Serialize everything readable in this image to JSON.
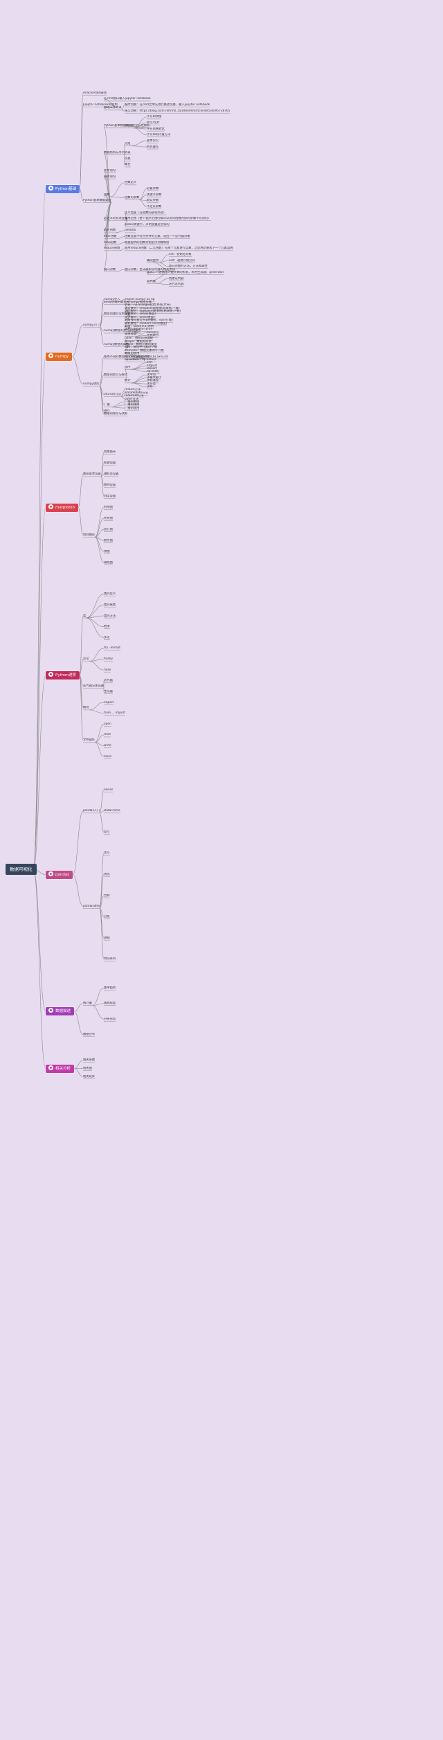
{
  "root": {
    "label": "数据可视化"
  },
  "colors": {
    "line": "#8a8a8a",
    "branches": [
      "#5b7be0",
      "#e06a1f",
      "#d9414e",
      "#c12c5c",
      "#c04b88",
      "#a23bb6",
      "#c03ba8"
    ]
  },
  "branches": [
    {
      "label": "Python基础",
      "icon": "python-icon",
      "children": [
        {
          "label": "Anaconda的安装"
        },
        {
          "label": "Jupyter notebook的使用",
          "children": [
            {
              "label": "在cmd窗口输入jupyter notebook"
            },
            {
              "label": "修改工作目录",
              "children": [
                {
                  "label": "临时切换：在cmd之中先进行路径切换，输入jupyter notebook"
                },
                {
                  "label": "永久切换：https://blog.csdn.net/m0_58190409/article/details/95738765"
                }
              ]
            }
          ]
        },
        {
          "label": "Python基本数据类型",
          "children": [
            {
              "label": "Python基本数据类型的全方位解析",
              "children": [
                {
                  "label": "字符串",
                  "children": [
                    {
                      "label": "字符串拼接"
                    },
                    {
                      "label": "索引/切片"
                    },
                    {
                      "label": "字符串格式化"
                    },
                    {
                      "label": "字符串的内置方法"
                    }
                  ]
                }
              ]
            },
            {
              "label": "数据结构与序列",
              "children": [
                {
                  "label": "元组",
                  "children": [
                    {
                      "label": "基本常识"
                    },
                    {
                      "label": "拆包操作"
                    }
                  ]
                },
                {
                  "label": "列表"
                },
                {
                  "label": "字典"
                },
                {
                  "label": "集合"
                }
              ]
            },
            {
              "label": "条件语句"
            },
            {
              "label": "循环语句"
            },
            {
              "label": "函数",
              "children": [
                {
                  "label": "函数定义"
                },
                {
                  "label": "函数的参数",
                  "children": [
                    {
                      "label": "必备参数"
                    },
                    {
                      "label": "关键字参数"
                    },
                    {
                      "label": "默认参数"
                    },
                    {
                      "label": "不定长参数"
                    }
                  ]
                }
              ]
            },
            {
              "label": "自定义的有效变量",
              "children": [
                {
                  "label": "定义位置（在函数内部或外部）"
                },
                {
                  "label": "作用范围（整个程序范围内都可以访问函数内部的参数不可访问）"
                },
                {
                  "label": "global关键字，声明变量是全局的"
                }
              ]
            },
            {
              "label": "匿名函数",
              "children": [
                {
                  "label": "lambda"
                }
              ]
            },
            {
              "label": "filter函数",
              "children": [
                {
                  "label": "函数过滤不符合条件的元素，返回一个迭代器对象"
                }
              ]
            },
            {
              "label": "map函数",
              "children": [
                {
                  "label": "根据提供的函数对指定序列做映射"
                }
              ]
            },
            {
              "label": "reduce函数",
              "children": [
                {
                  "label": "使用reduce函数（二元函数）先两个元素进行运算，之后用结果和下一个元素运算"
                }
              ]
            },
            {
              "label": "面向对象",
              "children": [
                {
                  "label": "面向对象，生成器和迭代器的相关用法",
                  "children": [
                    {
                      "label": "类的使用",
                      "children": [
                        {
                          "label": "init：初始化对象"
                        },
                        {
                          "label": "self：通用存储空间"
                        },
                        {
                          "label": "面向对象的方法，方法和属性"
                        }
                      ]
                    },
                    {
                      "label": "定义：一边循环一边计算的机制，称为生成器：generator"
                    },
                    {
                      "label": "迭代器",
                      "children": [
                        {
                          "label": "创建迭代器"
                        },
                        {
                          "label": "迭代迭代器"
                        }
                      ]
                    }
                  ]
                }
              ]
            }
          ]
        }
      ]
    },
    {
      "label": "numpy",
      "icon": "numpy-icon",
      "children": [
        {
          "label": "numpy入门",
          "children": [
            {
              "label": "numpy导入",
              "children": [
                {
                  "label": "import numpy as np"
                }
              ]
            },
            {
              "label": "array创建的数据被numpy数组对象"
            },
            {
              "label": "数组创建的常用方式",
              "children": [
                {
                  "label": "列表：np.arange(起始,终值,步长)"
                },
                {
                  "label": "等差数列：linspace(起始值,结束值,个数)"
                },
                {
                  "label": "等比数列：logspace(起始值,结束值,个数)"
                },
                {
                  "label": "全零数列：zeros(维度)"
                },
                {
                  "label": "全一数列：ones(维度)"
                },
                {
                  "label": "对角线元素全为1的数组：eye(行数)"
                },
                {
                  "label": "随机数组：random.rand(维度)"
                }
              ]
            },
            {
              "label": "numpy数组的多行多列操作",
              "children": [
                {
                  "label": "取值：以arr[0,1]为例"
                },
                {
                  "label": "切片：arr[0:2, 1:3]"
                },
                {
                  "label": "条件过滤",
                  "children": [
                    {
                      "label": "bool索引"
                    },
                    {
                      "label": "花式索引"
                    }
                  ]
                }
              ]
            },
            {
              "label": "numpy数组的属性",
              "children": [
                {
                  "label": "ndim：数组的维度数"
                },
                {
                  "label": "shape：数组的形状"
                },
                {
                  "label": "dtype：数组元素的类型"
                },
                {
                  "label": "size：数组中元素的个数"
                },
                {
                  "label": "itemsize：数组元素的字节数"
                }
              ]
            }
          ]
        },
        {
          "label": "numpy进阶",
          "children": [
            {
              "label": "使用不同的数组的numpy数组对象",
              "children": [
                {
                  "label": "数组的使用"
                },
                {
                  "label": "np.concatenate((a,b),axis=0)"
                },
                {
                  "label": "np.vstack / np.hstack"
                }
              ]
            },
            {
              "label": "数组的索引与统计",
              "children": [
                {
                  "label": "排序",
                  "children": [
                    {
                      "label": "sort"
                    },
                    {
                      "label": "argsort"
                    },
                    {
                      "label": "lexsort"
                    },
                    {
                      "label": "np.sort()"
                    }
                  ]
                },
                {
                  "label": "统计",
                  "children": [
                    {
                      "label": "求平均"
                    },
                    {
                      "label": "求最大最小"
                    },
                    {
                      "label": "求标准差"
                    },
                    {
                      "label": "求方差"
                    },
                    {
                      "label": "求和"
                    }
                  ]
                }
              ]
            },
            {
              "label": "ufunc的方法",
              "children": [
                {
                  "label": "reduce方法"
                },
                {
                  "label": "accumulate方法"
                },
                {
                  "label": "reduceat方法"
                },
                {
                  "label": "outer方法"
                }
              ]
            },
            {
              "label": "广播",
              "children": [
                {
                  "label": "广播的原则"
                },
                {
                  "label": "广播的规则"
                },
                {
                  "label": "广播的使用"
                }
              ]
            },
            {
              "label": "矩阵"
            },
            {
              "label": "数组的保存与读取"
            }
          ]
        }
      ]
    },
    {
      "label": "matplotlib",
      "icon": "matplotlib-icon",
      "children": [
        {
          "label": "图形基本设置",
          "children": [
            {
              "label": "创建画布"
            },
            {
              "label": "标题设置"
            },
            {
              "label": "轴标签设置"
            },
            {
              "label": "图例设置"
            },
            {
              "label": "刻度设置"
            }
          ]
        },
        {
          "label": "绘制图形",
          "children": [
            {
              "label": "折线图"
            },
            {
              "label": "柱状图"
            },
            {
              "label": "直方图"
            },
            {
              "label": "散点图"
            },
            {
              "label": "饼图"
            },
            {
              "label": "箱线图"
            }
          ]
        }
      ]
    },
    {
      "label": "Python进阶",
      "icon": "python-advanced-icon",
      "children": [
        {
          "label": "类",
          "children": [
            {
              "label": "类的定义"
            },
            {
              "label": "类的属性"
            },
            {
              "label": "类的方法"
            },
            {
              "label": "继承"
            },
            {
              "label": "多态"
            }
          ]
        },
        {
          "label": "异常",
          "children": [
            {
              "label": "try...except"
            },
            {
              "label": "finally"
            },
            {
              "label": "raise"
            }
          ]
        },
        {
          "label": "迭代器与生成器",
          "children": [
            {
              "label": "迭代器"
            },
            {
              "label": "生成器"
            }
          ]
        },
        {
          "label": "模块",
          "children": [
            {
              "label": "import"
            },
            {
              "label": "from ... import"
            }
          ]
        },
        {
          "label": "文件操作",
          "children": [
            {
              "label": "open"
            },
            {
              "label": "read"
            },
            {
              "label": "write"
            },
            {
              "label": "close"
            }
          ]
        }
      ]
    },
    {
      "label": "pandas",
      "icon": "pandas-icon",
      "children": [
        {
          "label": "pandas入门",
          "children": [
            {
              "label": "Series"
            },
            {
              "label": "DataFrame"
            },
            {
              "label": "索引"
            }
          ]
        },
        {
          "label": "pandas进阶",
          "children": [
            {
              "label": "读写"
            },
            {
              "label": "清洗"
            },
            {
              "label": "合并"
            },
            {
              "label": "分组"
            },
            {
              "label": "透视"
            },
            {
              "label": "时间序列"
            }
          ]
        }
      ]
    },
    {
      "label": "数据描述",
      "icon": "data-describe-icon",
      "children": [
        {
          "label": "统计量",
          "children": [
            {
              "label": "集中趋势"
            },
            {
              "label": "离散程度"
            },
            {
              "label": "分布形态"
            }
          ]
        },
        {
          "label": "数据分布"
        }
      ]
    },
    {
      "label": "相关分析",
      "icon": "correlation-icon",
      "children": [
        {
          "label": "相关系数"
        },
        {
          "label": "相关图"
        },
        {
          "label": "相关矩阵"
        }
      ]
    }
  ]
}
